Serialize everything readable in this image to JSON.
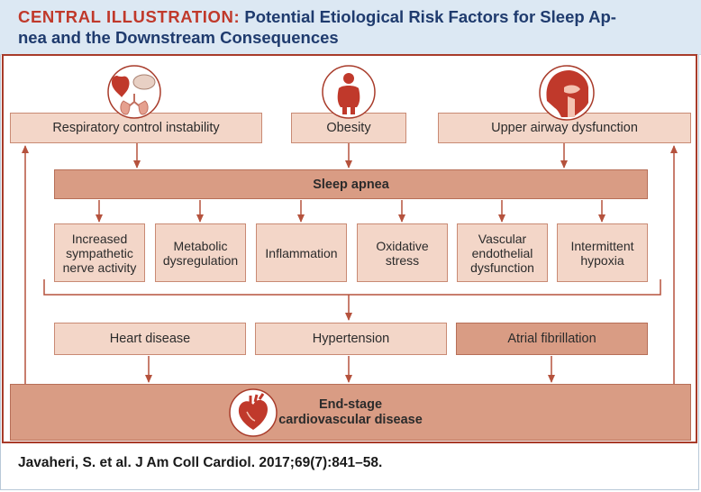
{
  "header": {
    "label": "CENTRAL ILLUSTRATION:",
    "title_line1": "Potential Etiological Risk Factors for Sleep Ap-",
    "title_line2": "nea and the Downstream Consequences"
  },
  "risk_factors": {
    "respiratory": "Respiratory control instability",
    "obesity": "Obesity",
    "airway": "Upper airway dysfunction"
  },
  "sleep_apnea": "Sleep apnea",
  "mechanisms": {
    "m1": [
      "Increased",
      "sympathetic",
      "nerve activity"
    ],
    "m2": [
      "Metabolic",
      "dysregulation"
    ],
    "m3": [
      "Inflammation"
    ],
    "m4": [
      "Oxidative",
      "stress"
    ],
    "m5": [
      "Vascular",
      "endothelial",
      "dysfunction"
    ],
    "m6": [
      "Intermittent",
      "hypoxia"
    ]
  },
  "outcomes": {
    "heart": "Heart disease",
    "hypertension": "Hypertension",
    "af": "Atrial fibrillation"
  },
  "end_stage": [
    "End-stage",
    "cardiovascular disease"
  ],
  "citation": "Javaheri, S. et al. J Am Coll Cardiol. 2017;69(7):841–58.",
  "icons": [
    "organs-icon",
    "obesity-icon",
    "upper-airway-icon",
    "heart-icon"
  ],
  "colors": {
    "accent_red": "#c0392b",
    "title_navy": "#1f3b6e",
    "box_light": "#f3d6c8",
    "box_dark": "#d99c84",
    "border_red": "#a83b2a",
    "header_bg": "#dce8f3"
  }
}
